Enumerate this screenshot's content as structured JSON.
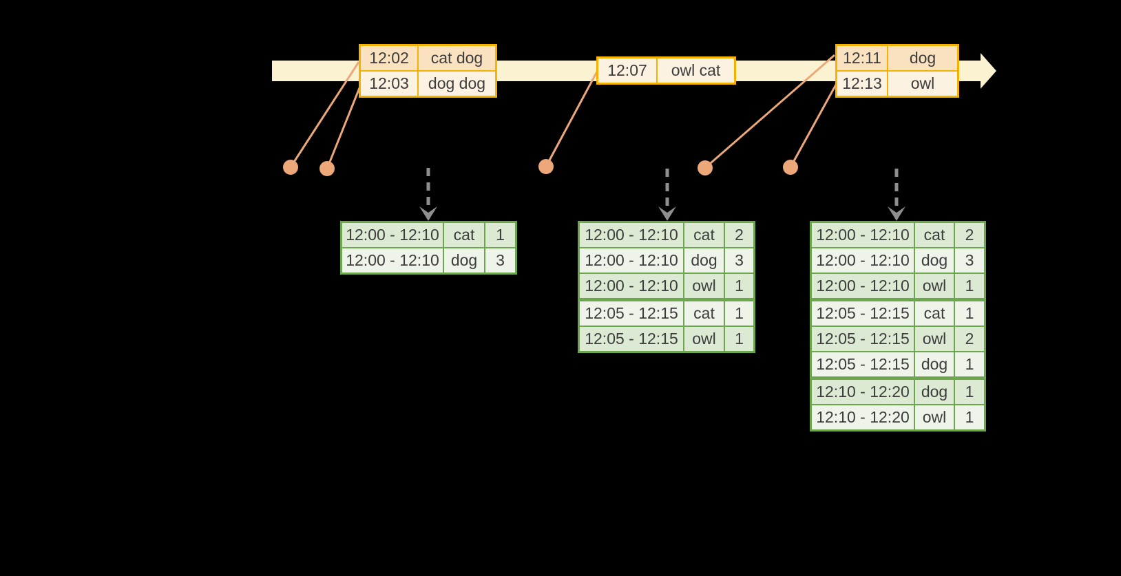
{
  "colors": {
    "background": "#000000",
    "timeline_fill": "#FBF2D1",
    "event_table_border": "#F5B201",
    "event_row_dark": "#FAE2C1",
    "event_row_light": "#FCF2E2",
    "connector_salmon": "#EDA87A",
    "trigger_arrow_gray": "#8F8F8F",
    "result_table_border": "#6CA74D",
    "result_row_dark": "#DCE9D3",
    "result_row_light": "#EFF4EB",
    "text": "#3C3C3C"
  },
  "timeline": {
    "event_tables": [
      {
        "rows": [
          {
            "time": "12:02",
            "words": "cat dog"
          },
          {
            "time": "12:03",
            "words": "dog dog"
          }
        ]
      },
      {
        "rows": [
          {
            "time": "12:07",
            "words": "owl cat"
          }
        ]
      },
      {
        "rows": [
          {
            "time": "12:11",
            "words": "dog"
          },
          {
            "time": "12:13",
            "words": "owl"
          }
        ]
      }
    ]
  },
  "result_tables": [
    {
      "rows": [
        {
          "window": "12:00 - 12:10",
          "word": "cat",
          "count": "1"
        },
        {
          "window": "12:00 - 12:10",
          "word": "dog",
          "count": "3"
        }
      ]
    },
    {
      "rows": [
        {
          "window": "12:00 - 12:10",
          "word": "cat",
          "count": "2"
        },
        {
          "window": "12:00 - 12:10",
          "word": "dog",
          "count": "3"
        },
        {
          "window": "12:00 - 12:10",
          "word": "owl",
          "count": "1"
        },
        {
          "window": "12:05 - 12:15",
          "word": "cat",
          "count": "1"
        },
        {
          "window": "12:05 - 12:15",
          "word": "owl",
          "count": "1"
        }
      ]
    },
    {
      "rows": [
        {
          "window": "12:00 - 12:10",
          "word": "cat",
          "count": "2"
        },
        {
          "window": "12:00 - 12:10",
          "word": "dog",
          "count": "3"
        },
        {
          "window": "12:00 - 12:10",
          "word": "owl",
          "count": "1"
        },
        {
          "window": "12:05 - 12:15",
          "word": "cat",
          "count": "1"
        },
        {
          "window": "12:05 - 12:15",
          "word": "owl",
          "count": "2"
        },
        {
          "window": "12:05 - 12:15",
          "word": "dog",
          "count": "1"
        },
        {
          "window": "12:10 - 12:20",
          "word": "dog",
          "count": "1"
        },
        {
          "window": "12:10 - 12:20",
          "word": "owl",
          "count": "1"
        }
      ]
    }
  ]
}
